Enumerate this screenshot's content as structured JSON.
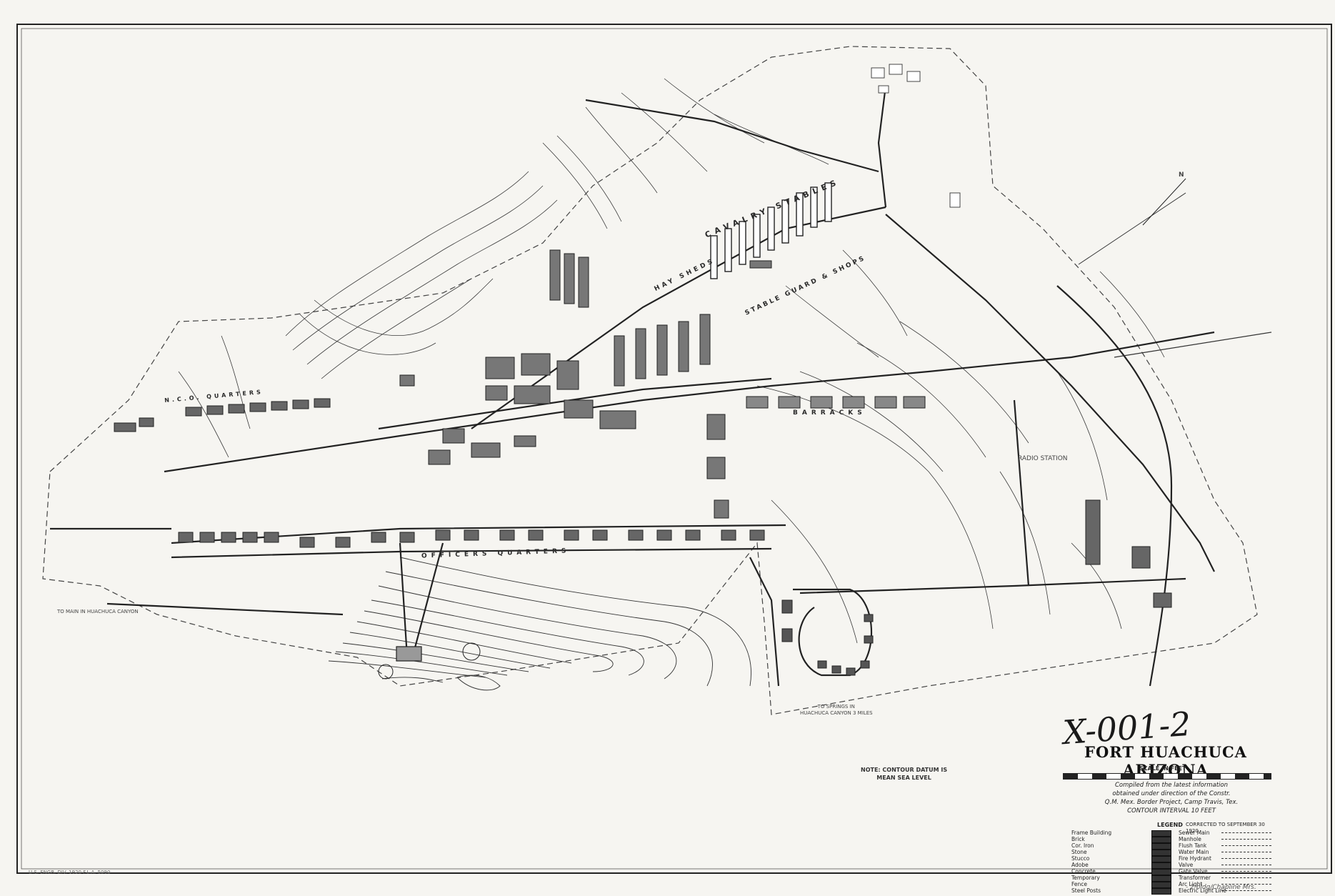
{
  "map": {
    "title": "FORT HUACHUCA ARIZONA",
    "handwritten_mark": "X-001-2",
    "scale_label": "SCALE IN FEET",
    "compiled_note": [
      "Compiled from the latest information",
      "obtained under direction of the Constr.",
      "Q.M. Mex. Border Project, Camp Travis, Tex.",
      "CONTOUR INTERVAL 10 FEET"
    ],
    "contour_note": [
      "NOTE: CONTOUR DATUM IS",
      "MEAN SEA LEVEL"
    ],
    "legend": {
      "heading": "LEGEND",
      "date": "CORRECTED TO SEPTEMBER 30 1920",
      "building_types": [
        "Frame Building",
        "Brick",
        "Cor. Iron",
        "Stone",
        "Stucco",
        "Adobe",
        "Concrete",
        "Temporary",
        "Fence",
        "Steel Posts"
      ],
      "utilities": [
        "Sewer Main",
        "Manhole",
        "Flush Tank",
        "Water Main",
        "Fire Hydrant",
        "Valve",
        "Gate Valve",
        "Transformer",
        "Arc Light",
        "Electric Light Line"
      ]
    },
    "labels": {
      "cavalry_stables": "CAVALRY STABLES",
      "hay_sheds": "HAY SHEDS",
      "stable_guard_shops": "STABLE GUARD & SHOPS",
      "barracks": "BARRACKS",
      "officers_quarters": "OFFICERS QUARTERS",
      "nco_quarters": "N.C.O. QUARTERS",
      "radio_station": "RADIO STATION",
      "springs_note": [
        "TO SPRINGS IN",
        "HUACHUCA CANYON 3 MILES"
      ],
      "to_canyon": "TO MAIN IN HUACHUCA CANYON",
      "north": "N"
    },
    "margin_left": "U.S. ENGR. DIV. 1920   F.L.A. 5090",
    "margin_right": "- 2 bldg/Chapline Mrs."
  }
}
